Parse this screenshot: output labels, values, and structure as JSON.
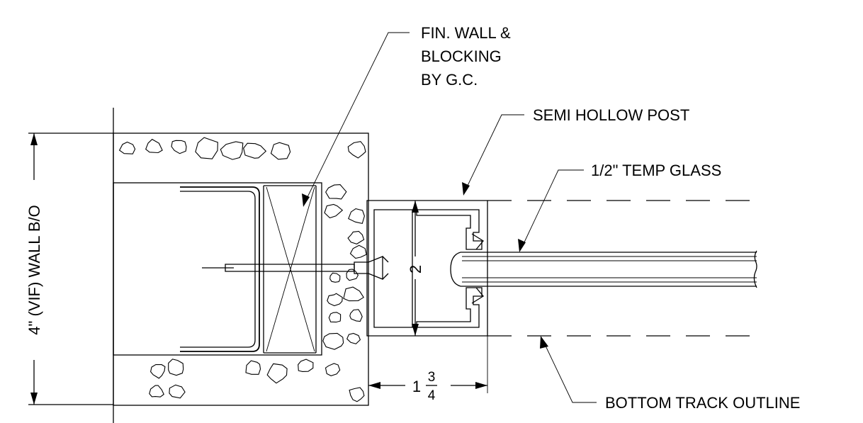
{
  "labels": {
    "fin_wall_line1": "FIN. WALL &",
    "fin_wall_line2": "BLOCKING",
    "fin_wall_line3": "BY G.C.",
    "semi_hollow_post": "SEMI HOLLOW POST",
    "temp_glass": "1/2\" TEMP GLASS",
    "bottom_track": "BOTTOM TRACK OUTLINE",
    "wall_bo": "4\" (VIF) WALL B/O"
  },
  "dimensions": {
    "post_width_whole": "2",
    "offset_whole": "1",
    "offset_numerator": "3",
    "offset_denominator": "4"
  }
}
